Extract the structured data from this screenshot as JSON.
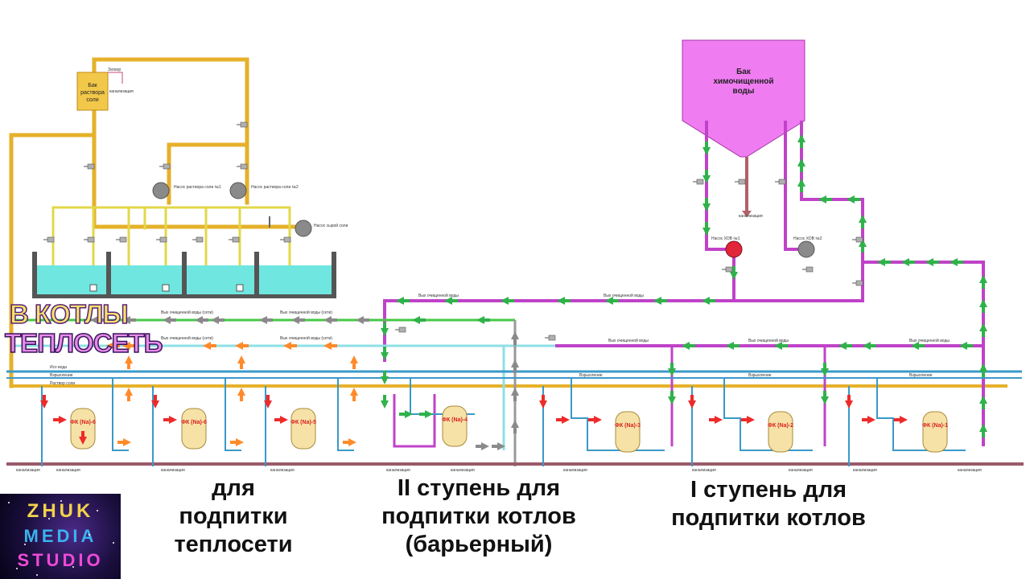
{
  "tanks": {
    "salt_tank": [
      "Бак",
      "раствора",
      "соли"
    ],
    "chem_tank": [
      "Бак",
      "химочищенной",
      "воды"
    ]
  },
  "small_labels": {
    "kanal": "канализация",
    "zatvor": "Затвор",
    "pump_salt_1": "Насос раствора соли №1",
    "pump_salt_2": "Насос раствора соли №2",
    "pump_wet_salt": "Насос сырой соли",
    "pump_hov_1": "Насос ХОВ №1",
    "pump_hov_2": "Насос ХОВ №2",
    "line_fk_out": "Вых очищенной воды (сети)",
    "line_clean": "Вых очищенной воды",
    "line_source": "Исх вода",
    "line_rinse": "Взрыхление",
    "line_salt": "Раствор соли"
  },
  "filters": [
    "ФК (Na)-6",
    "ФК (Na)-6",
    "ФК (Na)-5",
    "ФК (Na)-4",
    "ФК (Na)-3",
    "ФК (Na)-2",
    "ФК (Na)-1"
  ],
  "overlay": {
    "line1": "В КОТЛЫ",
    "line2": "ТЕПЛОСЕТЬ"
  },
  "captions": {
    "teploset": "для подпитки теплосети",
    "stage2": "II ступень для подпитки котлов (барьерный)",
    "stage1": "I ступень для подпитки котлов"
  },
  "logo": {
    "line1": "ZHUK",
    "line2": "MEDIA",
    "line3": "STUDIO"
  },
  "colors": {
    "salt_pipe": "#e6b12a",
    "brine_pipe": "#e2d84a",
    "clean_pipe": "#c042c8",
    "green_pipe": "#46c846",
    "cyan_pipe": "#8ee0e6",
    "source_pipe": "#3a99c8",
    "drain_pipe": "#9a5a6a",
    "tank_fill": "#f07cf2",
    "brine_fill": "#6fe6e0",
    "arrow_green": "#2fb24a",
    "arrow_orange": "#ff8a2a",
    "arrow_gray": "#8a8a8a",
    "arrow_red": "#ee2a2a"
  }
}
